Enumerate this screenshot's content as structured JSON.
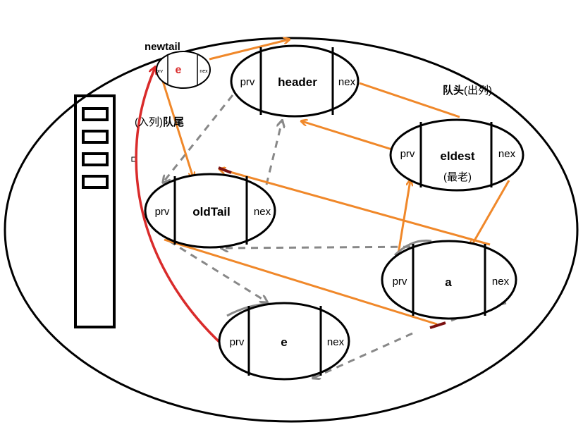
{
  "diagram": {
    "nodes": {
      "newtail": {
        "title": "newtail",
        "center": "e",
        "left": "prv",
        "right": "nex"
      },
      "header": {
        "left": "prv",
        "center": "header",
        "right": "nex"
      },
      "eldest": {
        "left": "prv",
        "center": "eldest",
        "sub": "(最老)",
        "right": "nex"
      },
      "oldtail": {
        "left": "prv",
        "center": "oldTail",
        "right": "nex"
      },
      "a": {
        "left": "prv",
        "center": "a",
        "right": "nex"
      },
      "e": {
        "left": "prv",
        "center": "e",
        "right": "nex"
      }
    },
    "labels": {
      "head_bold": "队头",
      "head_paren": "(出列)",
      "tail_paren": "(入列)",
      "tail_bold": "队尾"
    },
    "colors": {
      "orange": "#f0882a",
      "gray": "#888888",
      "red": "#d92b2b",
      "darkred": "#7a1010",
      "black": "#000000"
    }
  }
}
